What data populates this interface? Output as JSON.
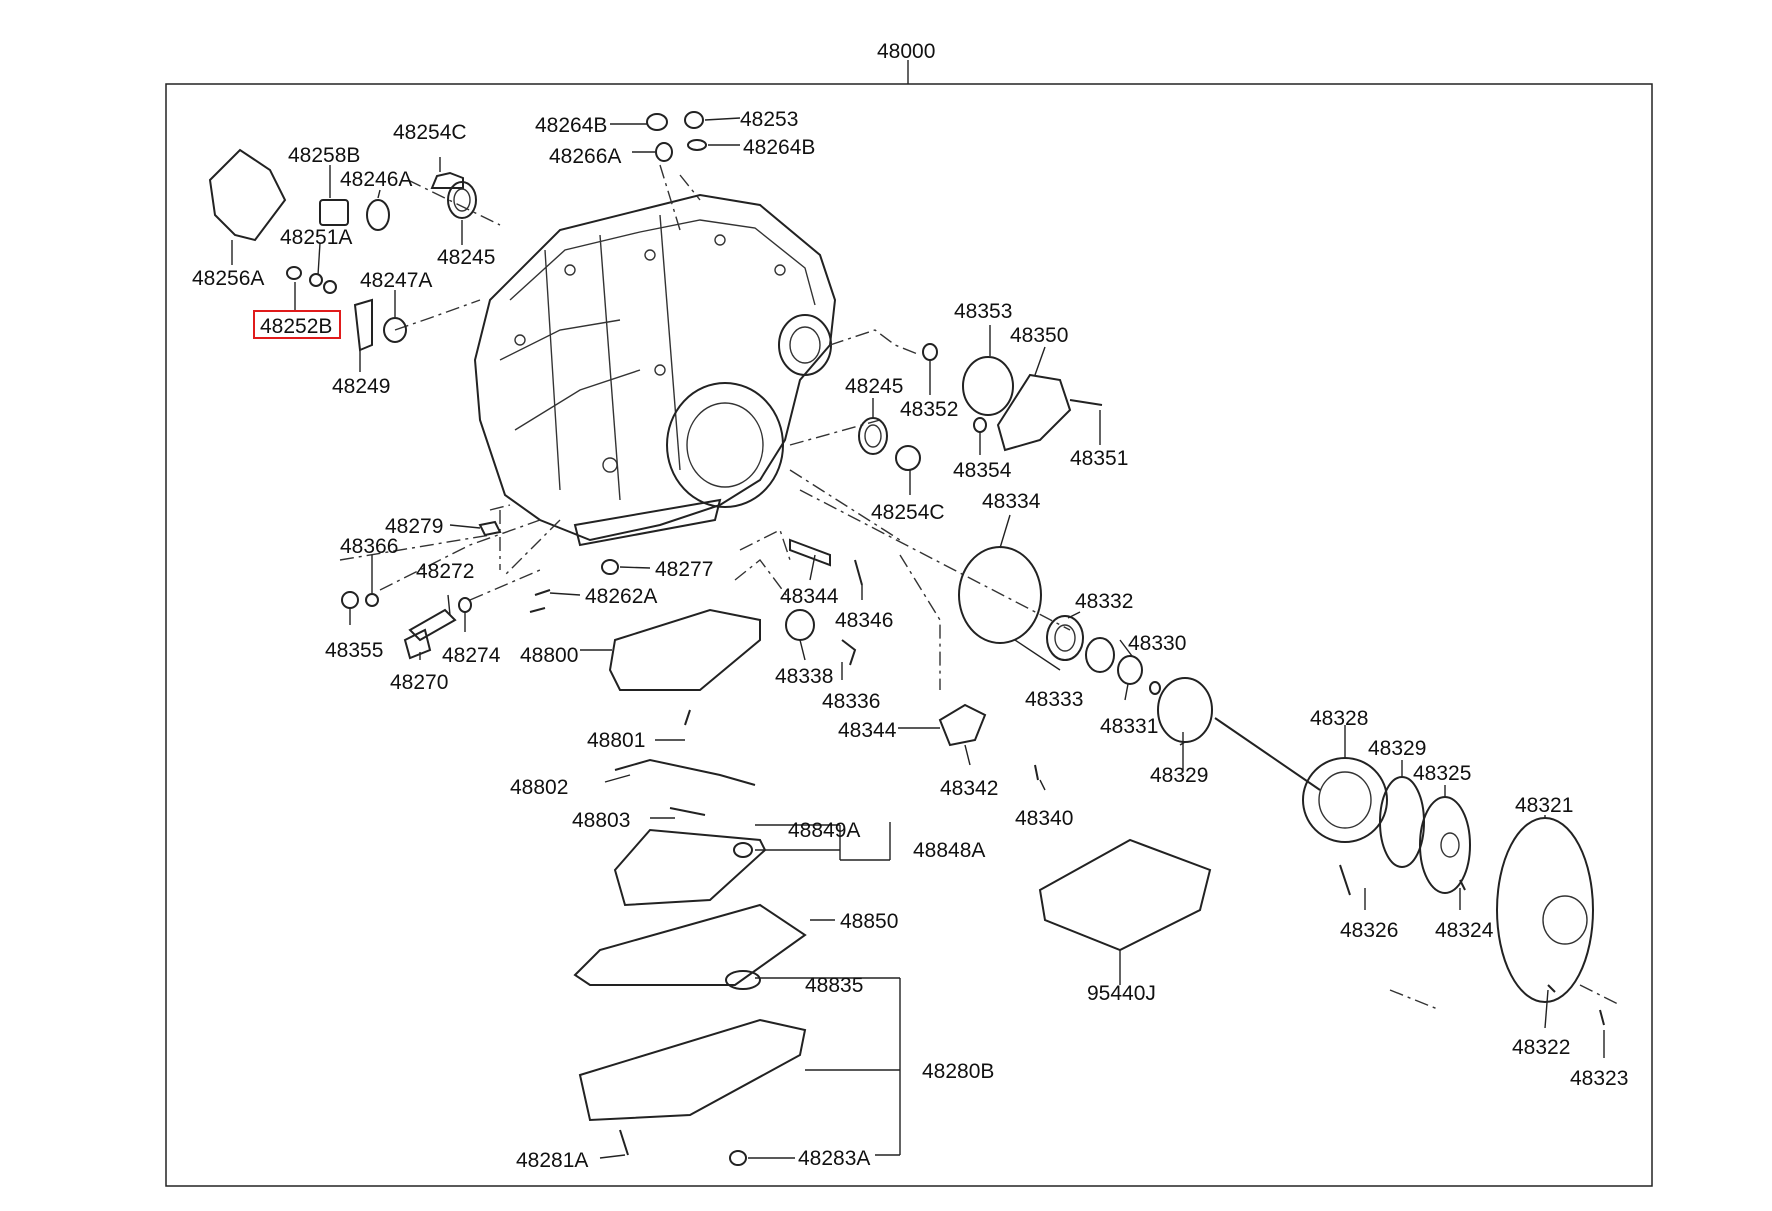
{
  "assembly_label": "48000",
  "highlight_color": "#e01b1b",
  "callouts": {
    "c48264B_top": "48264B",
    "c48253": "48253",
    "c48266A": "48266A",
    "c48264B_r": "48264B",
    "c48254C_top": "48254C",
    "c48258B": "48258B",
    "c48246A": "48246A",
    "c48245_top": "48245",
    "c48251A": "48251A",
    "c48256A": "48256A",
    "c48247A": "48247A",
    "c48252B": "48252B",
    "c48249": "48249",
    "c48353": "48353",
    "c48350": "48350",
    "c48245_mid": "48245",
    "c48352": "48352",
    "c48351": "48351",
    "c48354": "48354",
    "c48254C_mid": "48254C",
    "c48334": "48334",
    "c48279": "48279",
    "c48366": "48366",
    "c48277": "48277",
    "c48272": "48272",
    "c48262A": "48262A",
    "c48344_top": "48344",
    "c48346": "48346",
    "c48332": "48332",
    "c48355": "48355",
    "c48274": "48274",
    "c48800": "48800",
    "c48338": "48338",
    "c48330": "48330",
    "c48270": "48270",
    "c48336": "48336",
    "c48333": "48333",
    "c48331": "48331",
    "c48344_mid": "48344",
    "c48328": "48328",
    "c48801": "48801",
    "c48329_l": "48329",
    "c48329_r": "48329",
    "c48325": "48325",
    "c48802": "48802",
    "c48342": "48342",
    "c48321": "48321",
    "c48340": "48340",
    "c48803": "48803",
    "c48849A": "48849A",
    "c48848A": "48848A",
    "c48850": "48850",
    "c48326": "48326",
    "c48324": "48324",
    "c48835": "48835",
    "c95440J": "95440J",
    "c48322": "48322",
    "c48280B": "48280B",
    "c48323": "48323",
    "c48281A": "48281A",
    "c48283A": "48283A"
  }
}
